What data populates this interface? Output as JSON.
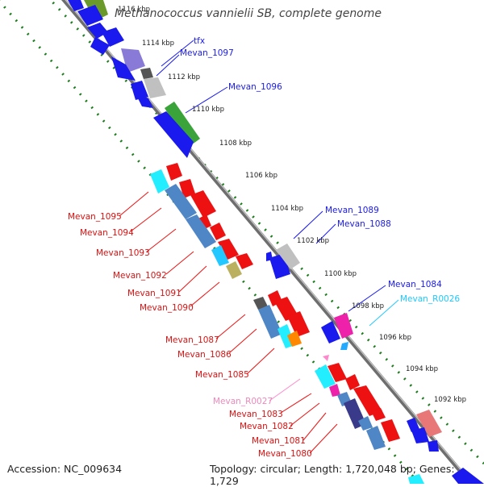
{
  "title": "Methanococcus vannielii SB, complete genome",
  "footer": {
    "accession": "Accession: NC_009634",
    "topology": "Topology: circular; Length: 1,720,048 bp; Genes: 1,729"
  },
  "ticks": [
    "1116 kbp",
    "1114 kbp",
    "1112 kbp",
    "1110 kbp",
    "1108 kbp",
    "1106 kbp",
    "1104 kbp",
    "1102 kbp",
    "1100 kbp",
    "1098 kbp",
    "1096 kbp",
    "1094 kbp",
    "1092 kbp"
  ],
  "gene_labels": {
    "tfx": "tfx",
    "mevan_1097": "Mevan_1097",
    "mevan_1096": "Mevan_1096",
    "mevan_1089": "Mevan_1089",
    "mevan_1088": "Mevan_1088",
    "mevan_1084": "Mevan_1084",
    "mevan_r0026": "Mevan_R0026",
    "mevan_1095": "Mevan_1095",
    "mevan_1094": "Mevan_1094",
    "mevan_1093": "Mevan_1093",
    "mevan_1092": "Mevan_1092",
    "mevan_1091": "Mevan_1091",
    "mevan_1090": "Mevan_1090",
    "mevan_1087": "Mevan_1087",
    "mevan_1086": "Mevan_1086",
    "mevan_1085": "Mevan_1085",
    "mevan_r0027": "Mevan_R0027",
    "mevan_1083": "Mevan_1083",
    "mevan_1082": "Mevan_1082",
    "mevan_1081": "Mevan_1081",
    "mevan_1080": "Mevan_1080"
  },
  "colors": {
    "forward_gene": "#0a0aee",
    "reverse_gene": "#ee0a0a",
    "trna": "#00e0ff",
    "rrna": "#ff88cc",
    "backbone": "#808080",
    "tick_dots": "#1b7d1b"
  }
}
